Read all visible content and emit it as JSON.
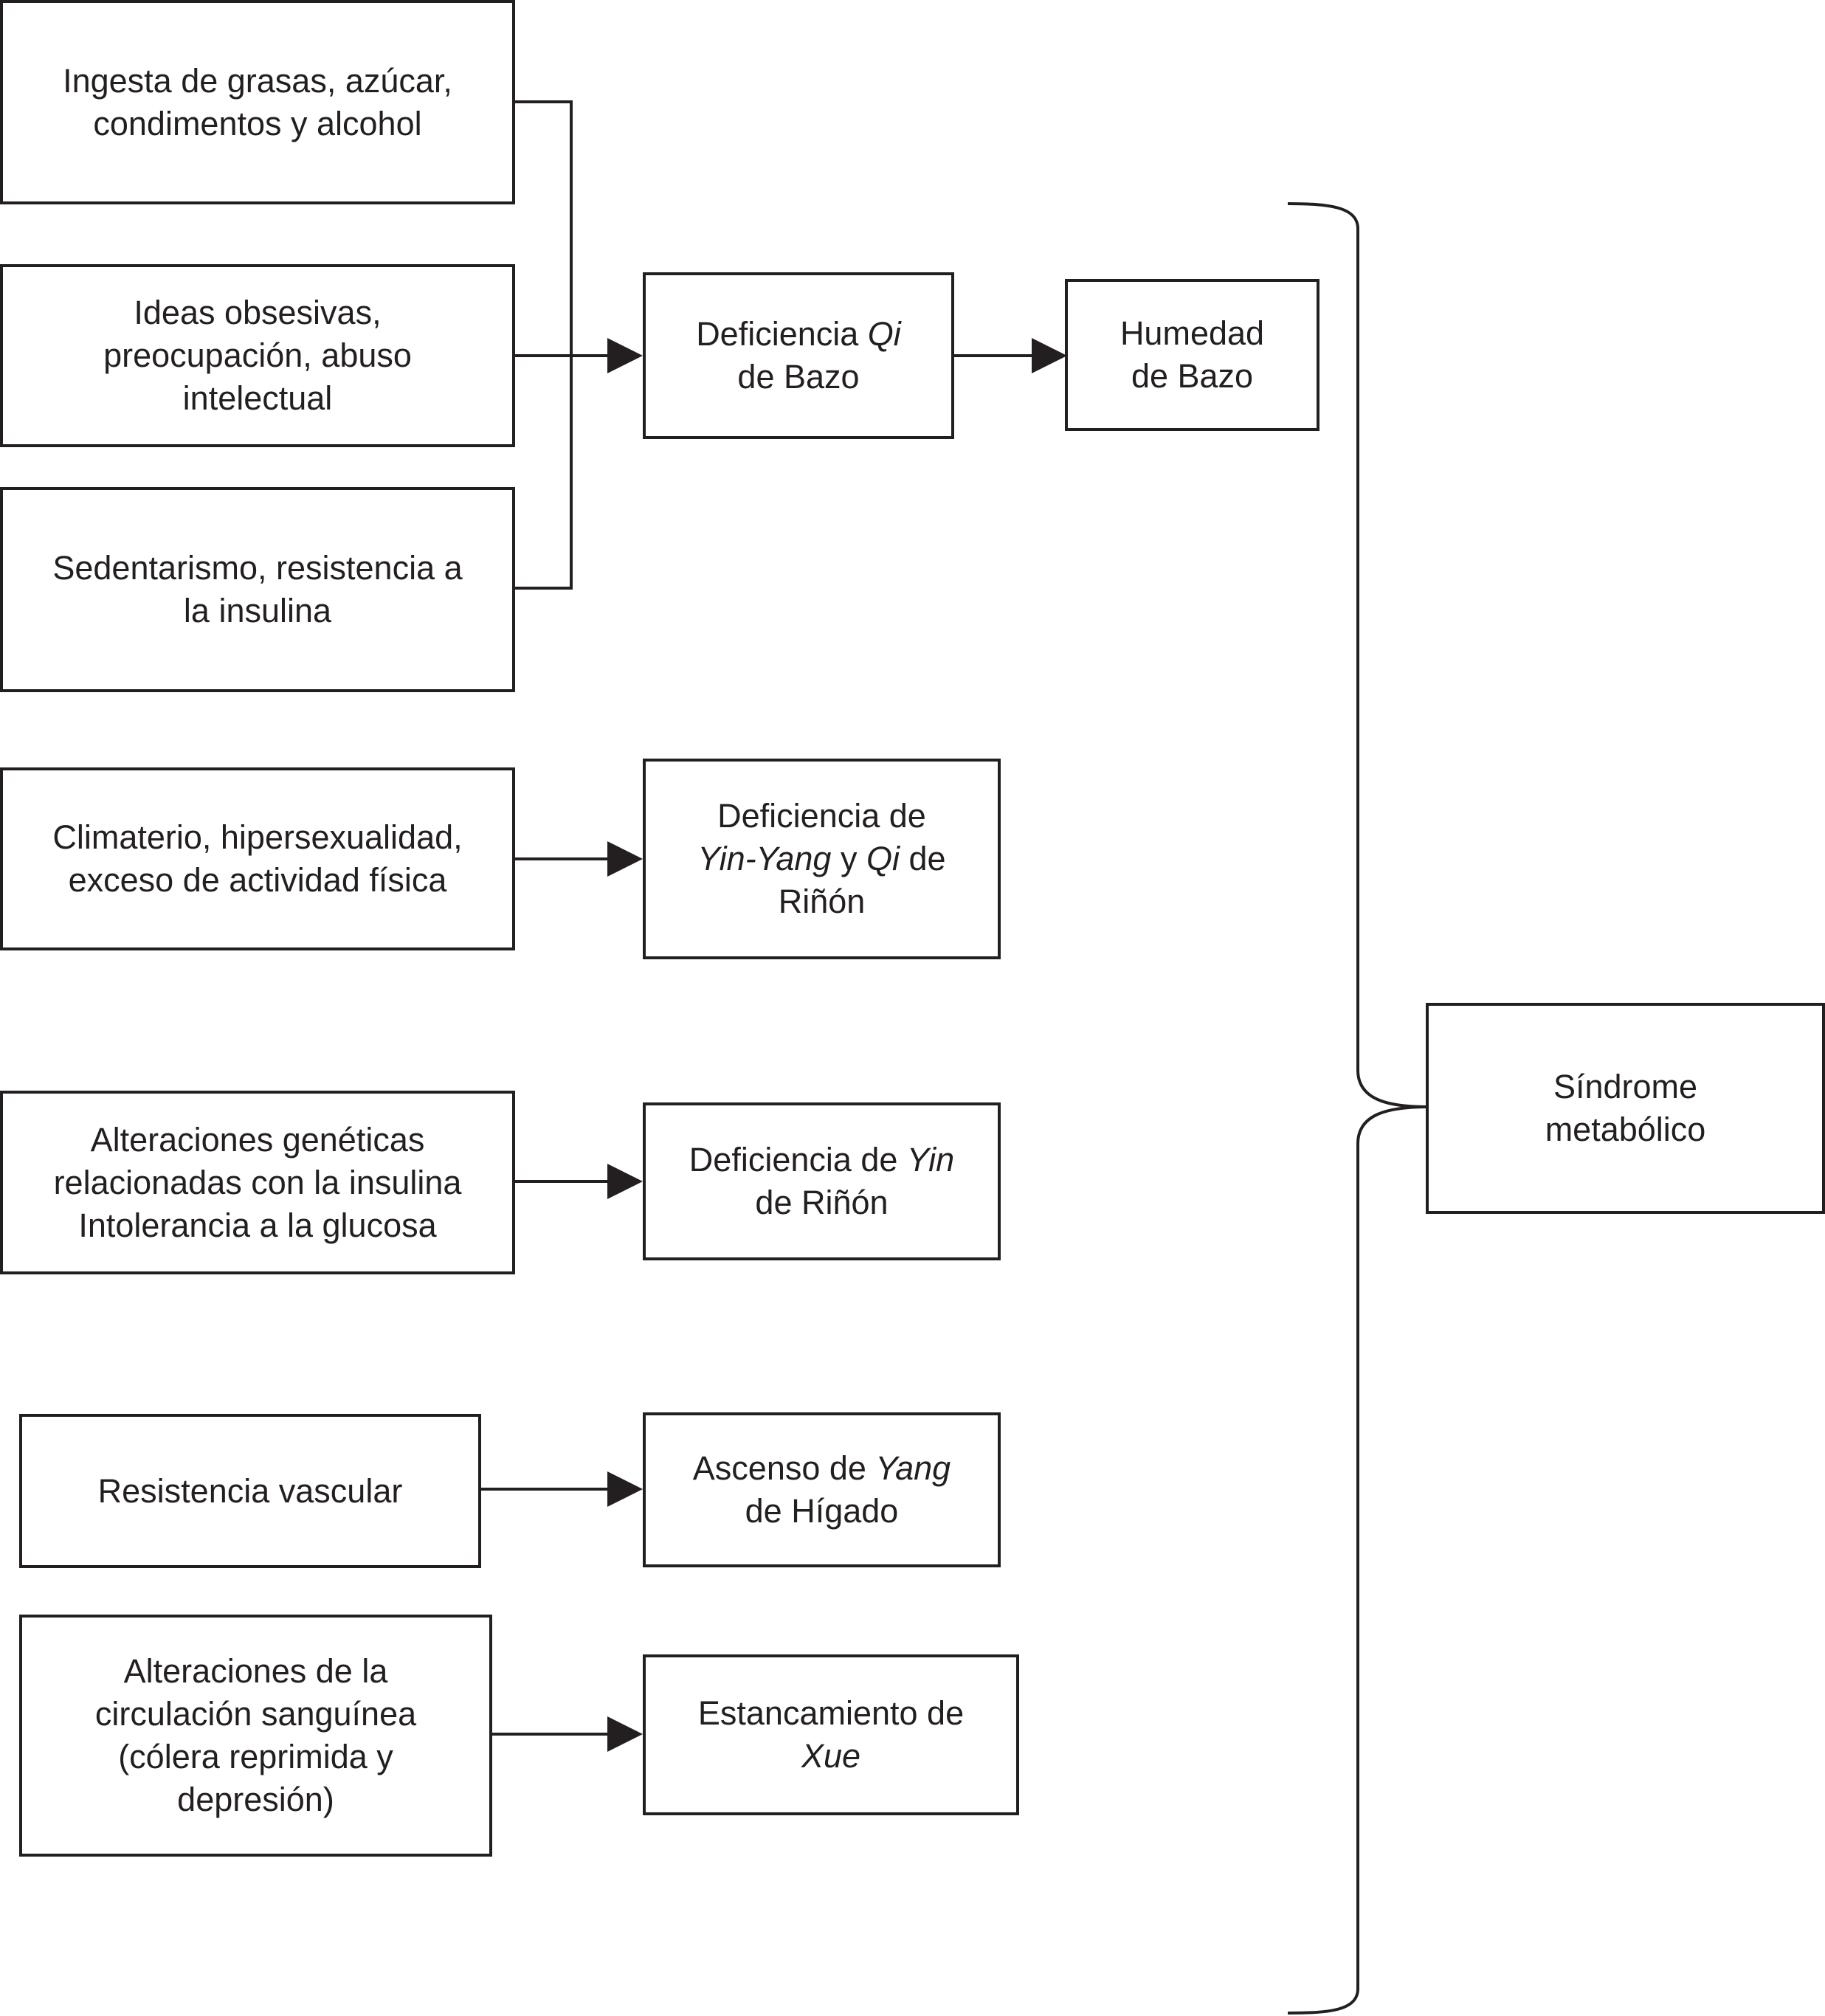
{
  "causes": {
    "diet": [
      "Ingesta de grasas, azúcar,",
      "condimentos y alcohol"
    ],
    "mental": [
      "Ideas obsesivas,",
      "preocupación, abuso",
      "intelectual"
    ],
    "sedentary": [
      "Sedentarismo, resistencia a",
      "la insulina"
    ],
    "climacteric": [
      "Climaterio, hipersexualidad,",
      "exceso de actividad física"
    ],
    "genetic": [
      "Alteraciones genéticas",
      "relacionadas con la insulina",
      "Intolerancia a la glucosa"
    ],
    "vascular": [
      "Resistencia vascular"
    ],
    "circulation": [
      "Alteraciones de la",
      "circulación sanguínea",
      "(cólera reprimida y",
      "depresión)"
    ]
  },
  "patterns": {
    "qi_bazo": {
      "a": "Deficiencia ",
      "b": "Qi",
      "c": "de Bazo"
    },
    "humedad_bazo": [
      "Humedad",
      "de Bazo"
    ],
    "rinon_yin_yang": {
      "a": "Deficiencia de",
      "b": "Yin-Yang",
      "c": " y ",
      "d": "Qi",
      "e": " de",
      "f": "Riñón"
    },
    "rinon_yin": {
      "a": "Deficiencia de ",
      "b": "Yin",
      "c": "de Riñón"
    },
    "yang_higado": {
      "a": "Ascenso de ",
      "b": "Yang",
      "c": "de Hígado"
    },
    "xue": {
      "a": "Estancamiento de",
      "b": "Xue"
    }
  },
  "outcome": [
    "Síndrome",
    "metabólico"
  ]
}
